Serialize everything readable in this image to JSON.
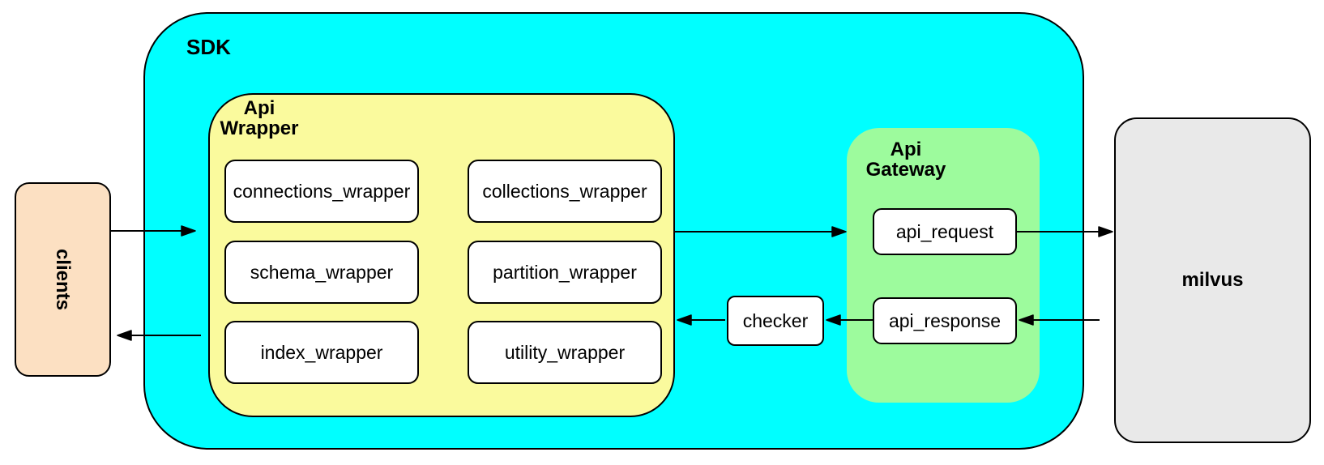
{
  "colors": {
    "sdk_fill": "#00FFFF",
    "api_wrapper_fill": "#FAFA9D",
    "api_gateway_fill": "#9DFB9D",
    "clients_fill": "#FCE0C2",
    "milvus_fill": "#E9E9E9",
    "node_fill": "#FFFFFF",
    "stroke": "#000000"
  },
  "clients": {
    "label": "clients"
  },
  "sdk": {
    "label": "SDK"
  },
  "api_wrapper": {
    "title_line1": "Api",
    "title_line2": "Wrapper",
    "nodes": [
      {
        "label": "connections_wrapper"
      },
      {
        "label": "collections_wrapper"
      },
      {
        "label": "schema_wrapper"
      },
      {
        "label": "partition_wrapper"
      },
      {
        "label": "index_wrapper"
      },
      {
        "label": "utility_wrapper"
      }
    ]
  },
  "api_gateway": {
    "title_line1": "Api",
    "title_line2": "Gateway",
    "nodes": [
      {
        "label": "api_request"
      },
      {
        "label": "api_response"
      }
    ]
  },
  "checker": {
    "label": "checker"
  },
  "milvus": {
    "label": "milvus"
  }
}
